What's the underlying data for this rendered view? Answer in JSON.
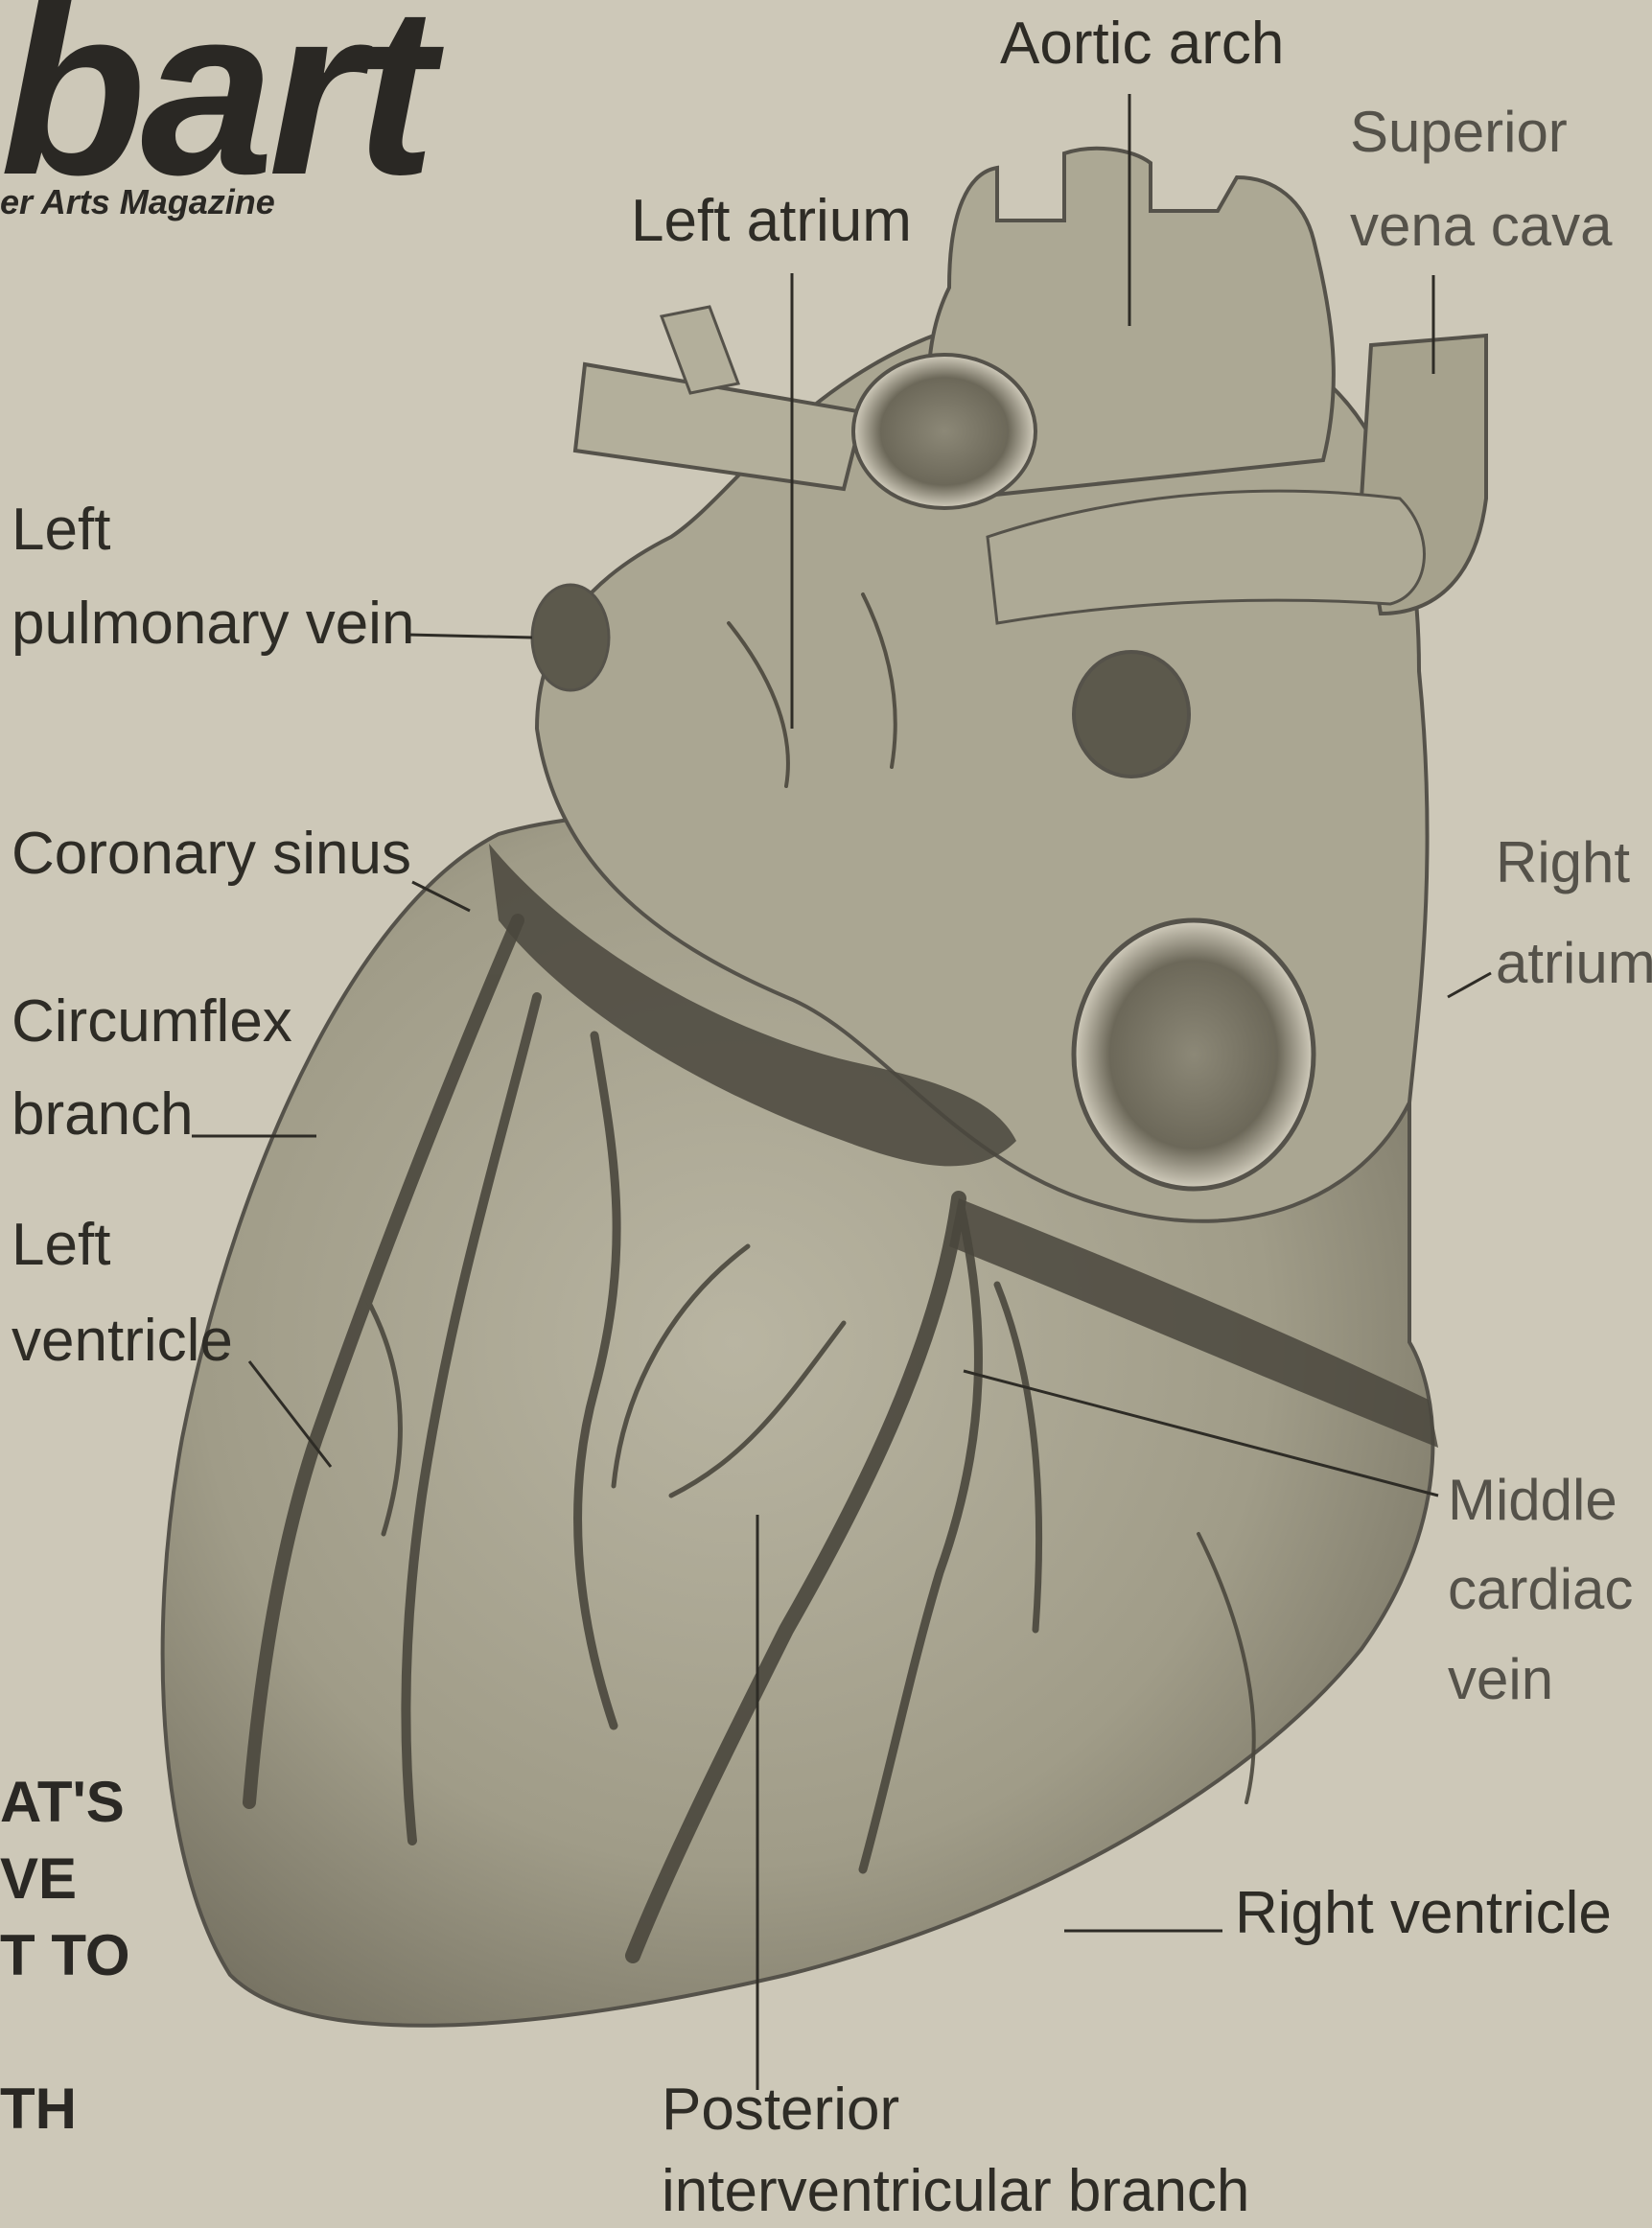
{
  "masthead": {
    "title": "bart",
    "tagline": "er Arts Magazine"
  },
  "side_text": [
    "AT'S",
    "VE",
    "T TO",
    "TH"
  ],
  "labels": {
    "aortic_arch": "Aortic arch",
    "superior_vena_cava_1": "Superior",
    "superior_vena_cava_2": "vena cava",
    "left_atrium": "Left atrium",
    "left_pulmonary_vein_1": "Left",
    "left_pulmonary_vein_2": "pulmonary vein",
    "coronary_sinus": "Coronary sinus",
    "right_atrium_1": "Right",
    "right_atrium_2": "atrium",
    "circumflex_branch_1": "Circumflex",
    "circumflex_branch_2": "branch",
    "left_ventricle_1": "Left",
    "left_ventricle_2": "ventricle",
    "middle_cardiac_vein_1": "Middle",
    "middle_cardiac_vein_2": "cardiac",
    "middle_cardiac_vein_3": "vein",
    "right_ventricle": "Right ventricle",
    "posterior_interventricular_1": "Posterior",
    "posterior_interventricular_2": "interventricular branch"
  },
  "colors": {
    "paper": "#cdc8b8",
    "ink": "#2e2c26",
    "heart_fill": "#a29e89",
    "vessel": "#4a473d"
  }
}
